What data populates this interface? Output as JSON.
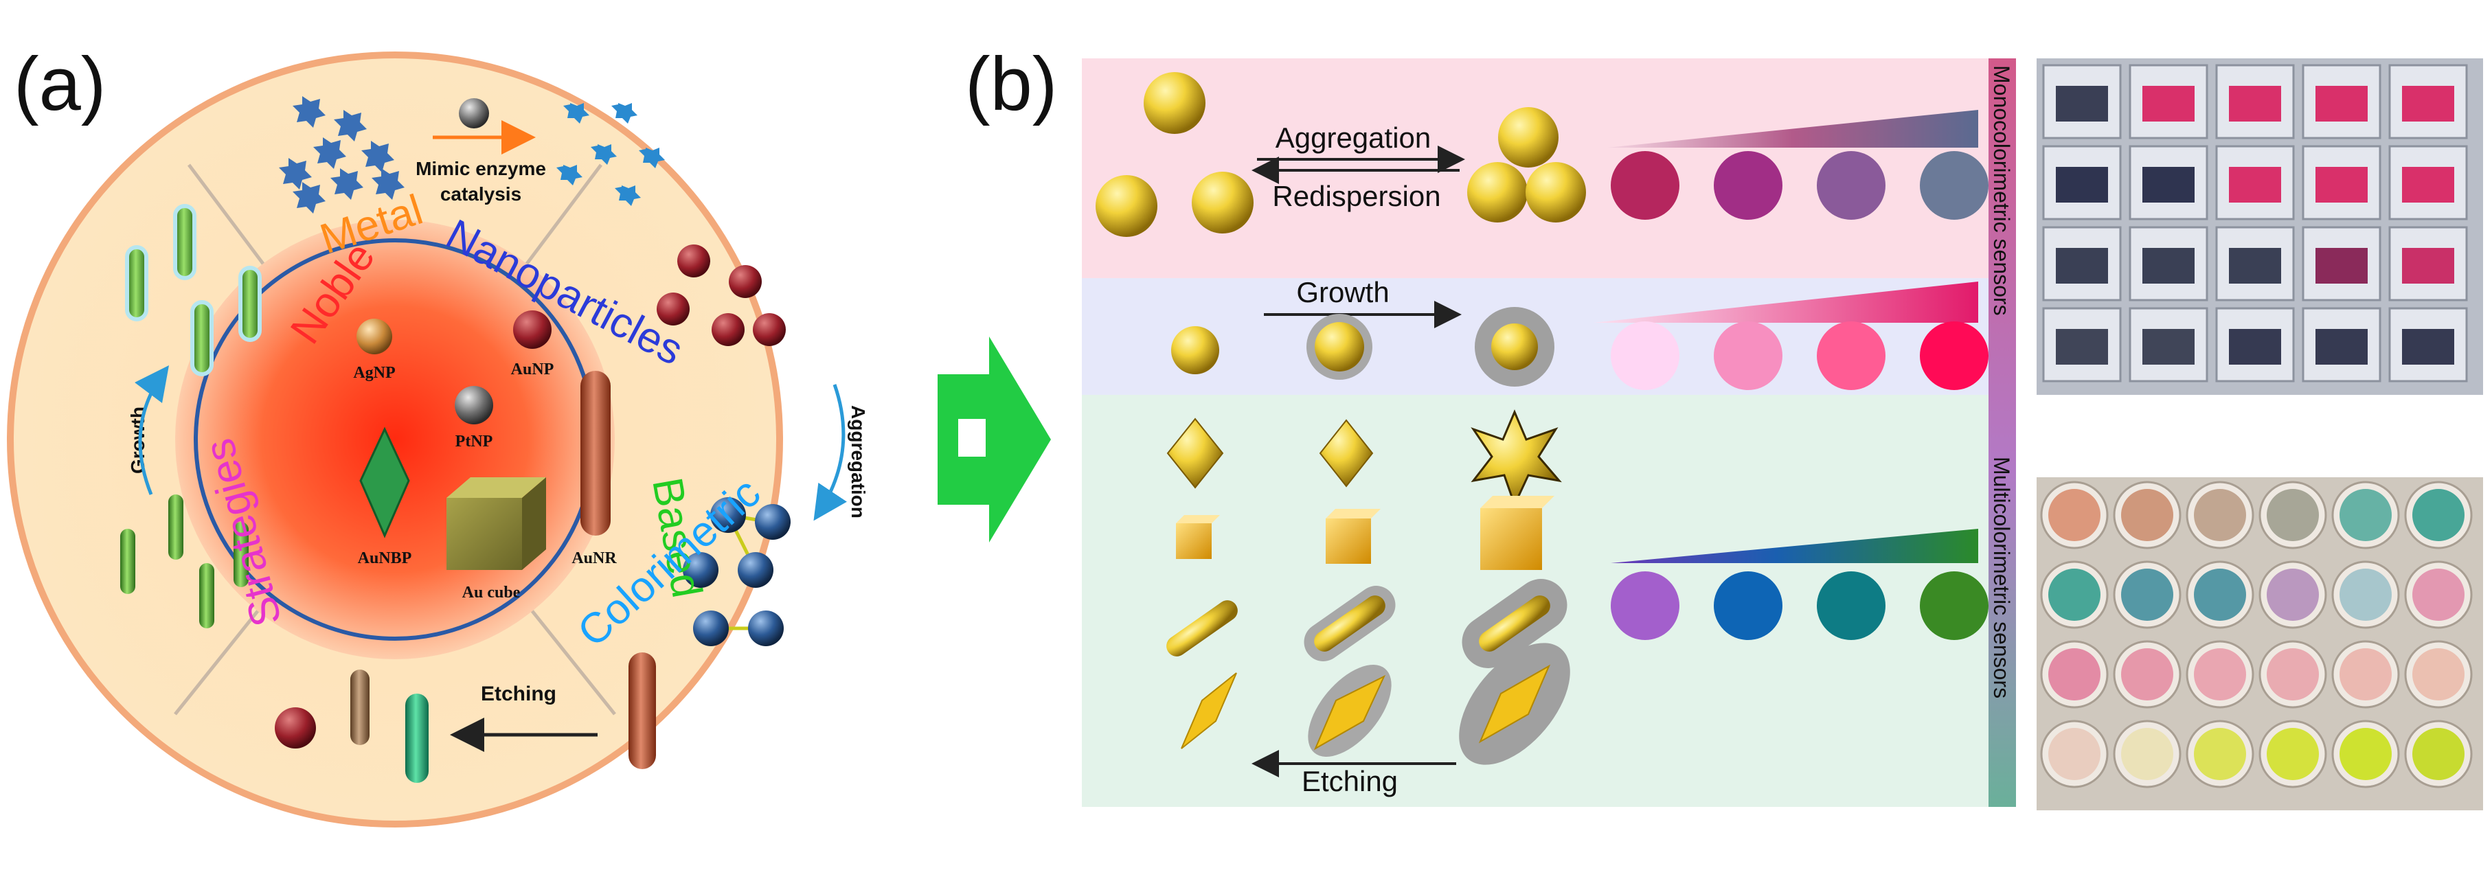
{
  "panel_a": {
    "label": "(a)",
    "top_text": [
      "Mimic enzyme",
      "catalysis"
    ],
    "growth_label": "Growth",
    "aggregation_label": "Aggregation",
    "etching_label": "Etching",
    "ring_title_1": [
      "Noble",
      "Metal",
      "Nanoparticles"
    ],
    "ring_title_2": [
      "Based",
      "Colorimetric",
      "Strategies"
    ],
    "ring_colors": {
      "noble": "#ff2a2a",
      "metal": "#ff8c1a",
      "nanoparticles": "#2b3bd9",
      "based": "#22cc22",
      "colorimetric": "#19a3ff",
      "strategies": "#e633cc"
    },
    "particles": [
      "AgNP",
      "AuNP",
      "PtNP",
      "AuNBP",
      "AuNR",
      "Au cube"
    ]
  },
  "arrow_color": "#22cc44",
  "panel_b": {
    "label": "(b)",
    "aggregation_label": "Aggregation",
    "redispersion_label": "Redispersion",
    "growth_label": "Growth",
    "etching_label": "Etching",
    "mono_label": "Monocolorimetric sensors",
    "multi_label": "Multicolorimetric sensors",
    "row1_colors": [
      "#b5265e",
      "#a12e86",
      "#8a5a9a",
      "#6b7a98"
    ],
    "row2_colors": [
      "#ffd6f4",
      "#f78fc0",
      "#ff5c94",
      "#ff0a56"
    ],
    "row3_colors": [
      "#a35fcc",
      "#0e65b5",
      "#0e7c85",
      "#3a8a24"
    ],
    "band_colors": {
      "pink": "#fcdde6",
      "lavender": "#e6e8fa",
      "mint": "#e3f3ea"
    }
  }
}
